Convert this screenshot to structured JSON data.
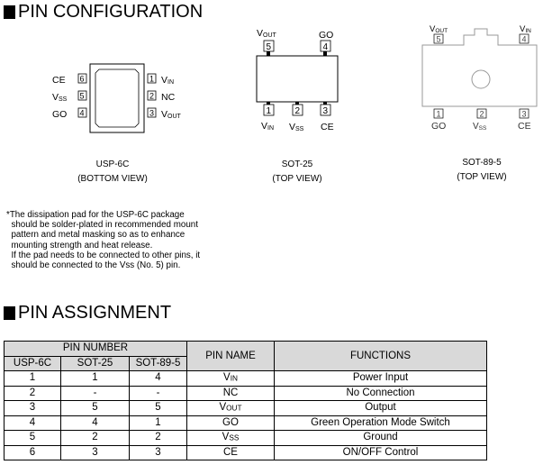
{
  "pin_config": {
    "title": "PIN CONFIGURATION",
    "usp6c": {
      "left_labels": [
        "CE",
        "Vss",
        "GO"
      ],
      "left_nums": [
        "6",
        "5",
        "4"
      ],
      "right_nums": [
        "1",
        "2",
        "3"
      ],
      "right_labels": [
        "VIN",
        "NC",
        "VOUT"
      ],
      "name": "USP-6C",
      "view": "(BOTTOM VIEW)"
    },
    "sot25": {
      "top_labels": [
        "VOUT",
        "GO"
      ],
      "top_nums": [
        "5",
        "4"
      ],
      "bottom_nums": [
        "1",
        "2",
        "3"
      ],
      "bottom_labels": [
        "VIN",
        "VSS",
        "CE"
      ],
      "name": "SOT-25",
      "view": "(TOP VIEW)"
    },
    "sot895": {
      "top_labels": [
        "VOUT",
        "VIN"
      ],
      "top_nums": [
        "5",
        "4"
      ],
      "bottom_nums": [
        "1",
        "2",
        "3"
      ],
      "bottom_labels": [
        "GO",
        "VSS",
        "CE"
      ],
      "name": "SOT-89-5",
      "view": "(TOP VIEW)"
    },
    "note_lines": [
      "*The dissipation pad for the USP-6C package",
      "  should be solder-plated in recommended mount",
      "  pattern and metal masking so as to enhance",
      "  mounting strength and heat release.",
      "  If the pad needs to be connected to other pins, it",
      "  should be connected to the Vss (No. 5) pin."
    ]
  },
  "pin_assign": {
    "title": "PIN ASSIGNMENT",
    "headers": {
      "pin_number": "PIN NUMBER",
      "usp6c": "USP-6C",
      "sot25": "SOT-25",
      "sot895": "SOT-89-5",
      "pin_name": "PIN NAME",
      "functions": "FUNCTIONS"
    },
    "rows": [
      {
        "usp6c": "1",
        "sot25": "1",
        "sot895": "4",
        "name": "VIN",
        "func": "Power Input"
      },
      {
        "usp6c": "2",
        "sot25": "-",
        "sot895": "-",
        "name": "NC",
        "func": "No Connection"
      },
      {
        "usp6c": "3",
        "sot25": "5",
        "sot895": "5",
        "name": "VOUT",
        "func": "Output"
      },
      {
        "usp6c": "4",
        "sot25": "4",
        "sot895": "1",
        "name": "GO",
        "func": "Green Operation Mode Switch"
      },
      {
        "usp6c": "5",
        "sot25": "2",
        "sot895": "2",
        "name": "VSS",
        "func": "Ground"
      },
      {
        "usp6c": "6",
        "sot25": "3",
        "sot895": "3",
        "name": "CE",
        "func": "ON/OFF Control"
      }
    ]
  }
}
